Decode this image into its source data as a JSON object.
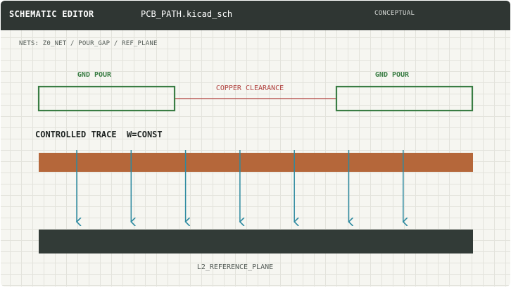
{
  "titlebar": {
    "app_title": "SCHEMATIC EDITOR",
    "file_name": "PCB_PATH.kicad_sch",
    "mode": "CONCEPTUAL"
  },
  "nets_label": "NETS: Z0_NET / POUR_GAP / REF_PLANE",
  "schematic": {
    "gnd_pour_left_label": "GND POUR",
    "gnd_pour_right_label": "GND POUR",
    "clearance_label": "COPPER CLEARANCE",
    "trace_label": "CONTROLLED TRACE  W=CONST",
    "reference_plane_label": "L2_REFERENCE_PLANE",
    "field_line_count": 7
  },
  "colors": {
    "titlebar_bg": "#2f3633",
    "gnd_pour": "#3a7d44",
    "clearance": "#b0413e",
    "trace": "#b5673a",
    "field_lines": "#2d8aa0",
    "reference_plane": "#323b37"
  }
}
